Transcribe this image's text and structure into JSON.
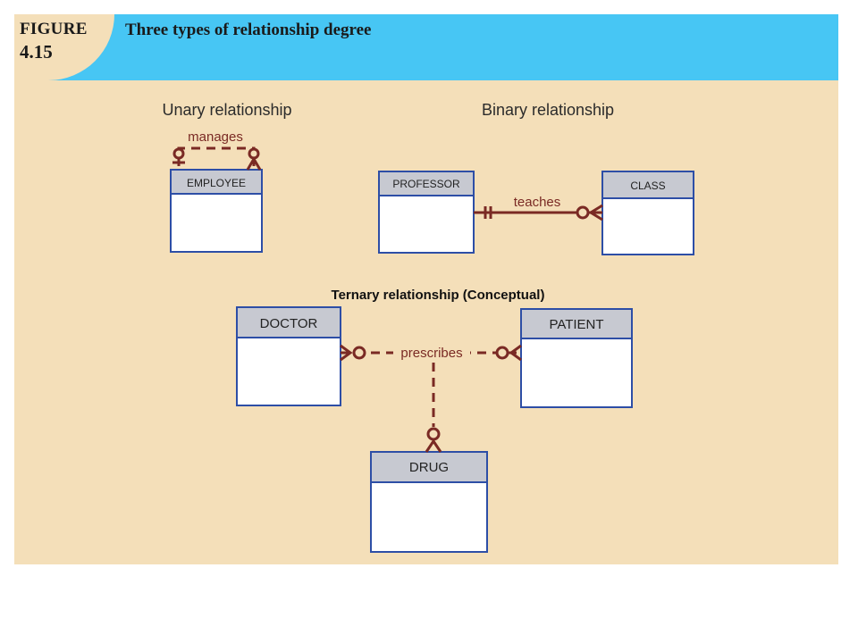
{
  "header": {
    "figure_word": "FIGURE",
    "figure_number": "4.15",
    "title": "Three types of relationship degree"
  },
  "sections": {
    "unary": "Unary relationship",
    "binary": "Binary relationship",
    "ternary": "Ternary relationship (Conceptual)"
  },
  "entities": {
    "employee": "EMPLOYEE",
    "professor": "PROFESSOR",
    "class": "CLASS",
    "doctor": "DOCTOR",
    "patient": "PATIENT",
    "drug": "DRUG"
  },
  "relationships": {
    "manages": "manages",
    "teaches": "teaches",
    "prescribes": "prescribes"
  },
  "colors": {
    "header_band": "#47c6f4",
    "background": "#f4dfb9",
    "entity_border": "#2d4ea6",
    "entity_header": "#c7c9d1",
    "relationship_line": "#7a2a24"
  }
}
